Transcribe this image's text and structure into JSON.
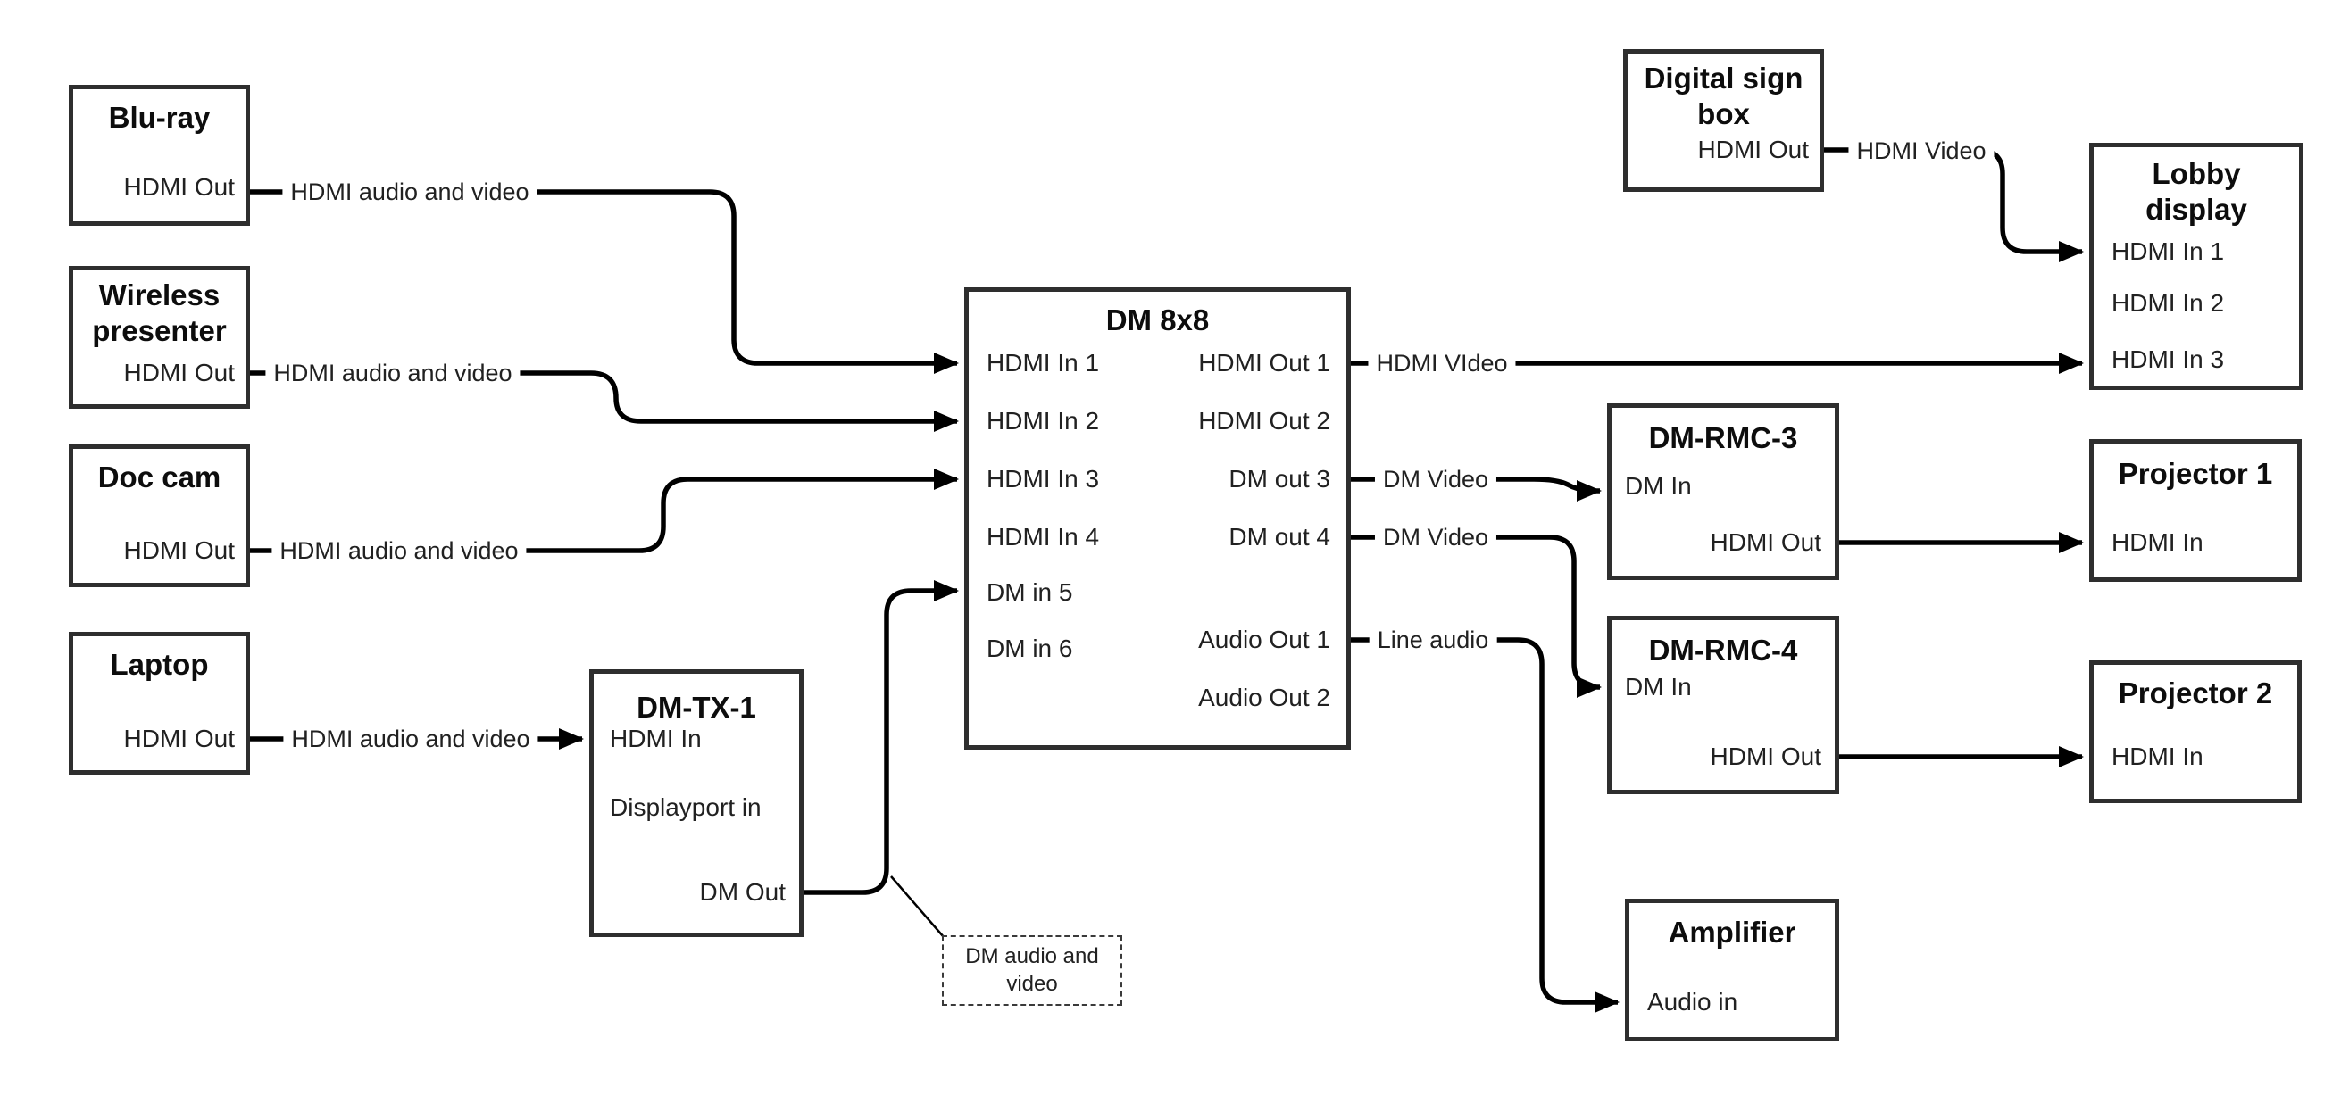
{
  "colors": {
    "background": "#ffffff",
    "box_border": "#2e2e2e",
    "wire": "#000000",
    "text": "#212121"
  },
  "nodes": {
    "bluray": {
      "title": "Blu-ray",
      "port_out": "HDMI Out"
    },
    "wireless": {
      "title": "Wireless presenter",
      "port_out": "HDMI Out"
    },
    "doccam": {
      "title": "Doc cam",
      "port_out": "HDMI Out"
    },
    "laptop": {
      "title": "Laptop",
      "port_out": "HDMI Out"
    },
    "dmtx1": {
      "title": "DM-TX-1",
      "port_hdmi_in": "HDMI In",
      "port_dp_in": "Displayport in",
      "port_dm_out": "DM Out"
    },
    "dm8x8": {
      "title": "DM 8x8",
      "in1": "HDMI In 1",
      "in2": "HDMI In 2",
      "in3": "HDMI In 3",
      "in4": "HDMI In 4",
      "in5": "DM in 5",
      "in6": "DM in 6",
      "out1": "HDMI Out 1",
      "out2": "HDMI Out 2",
      "out3": "DM out 3",
      "out4": "DM out 4",
      "aout1": "Audio Out 1",
      "aout2": "Audio Out 2"
    },
    "signbox": {
      "title": "Digital sign box",
      "port_out": "HDMI Out"
    },
    "lobby": {
      "title": "Lobby display",
      "in1": "HDMI In 1",
      "in2": "HDMI In 2",
      "in3": "HDMI In 3"
    },
    "rmc3": {
      "title": "DM-RMC-3",
      "port_in": "DM In",
      "port_out": "HDMI Out"
    },
    "proj1": {
      "title": "Projector 1",
      "port_in": "HDMI In"
    },
    "rmc4": {
      "title": "DM-RMC-4",
      "port_in": "DM In",
      "port_out": "HDMI Out"
    },
    "proj2": {
      "title": "Projector 2",
      "port_in": "HDMI In"
    },
    "amp": {
      "title": "Amplifier",
      "port_in": "Audio in"
    }
  },
  "wire_labels": {
    "bluray_out": "HDMI audio and video",
    "wireless_out": "HDMI audio and video",
    "doccam_out": "HDMI audio and video",
    "laptop_out": "HDMI audio and video",
    "hdmi_out1": "HDMI VIdeo",
    "dm_out3": "DM Video",
    "dm_out4": "DM Video",
    "audio_out1": "Line audio",
    "signbox_out": "HDMI Video"
  },
  "callout": {
    "text": "DM audio and video"
  }
}
